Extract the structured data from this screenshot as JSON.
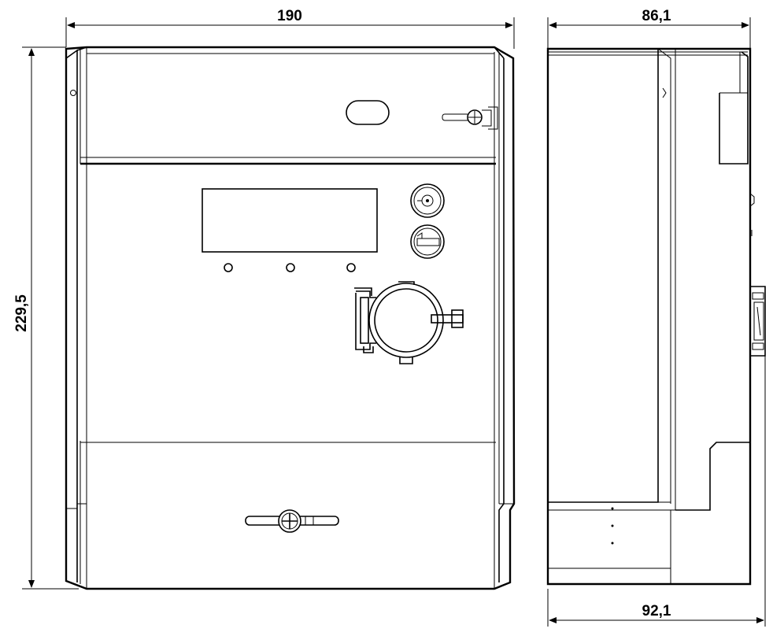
{
  "dimensions": {
    "front_width": "190",
    "front_height": "229,5",
    "side_depth_top": "86,1",
    "side_depth_bottom": "92,1"
  },
  "colors": {
    "line": "#000000",
    "background": "#ffffff"
  }
}
